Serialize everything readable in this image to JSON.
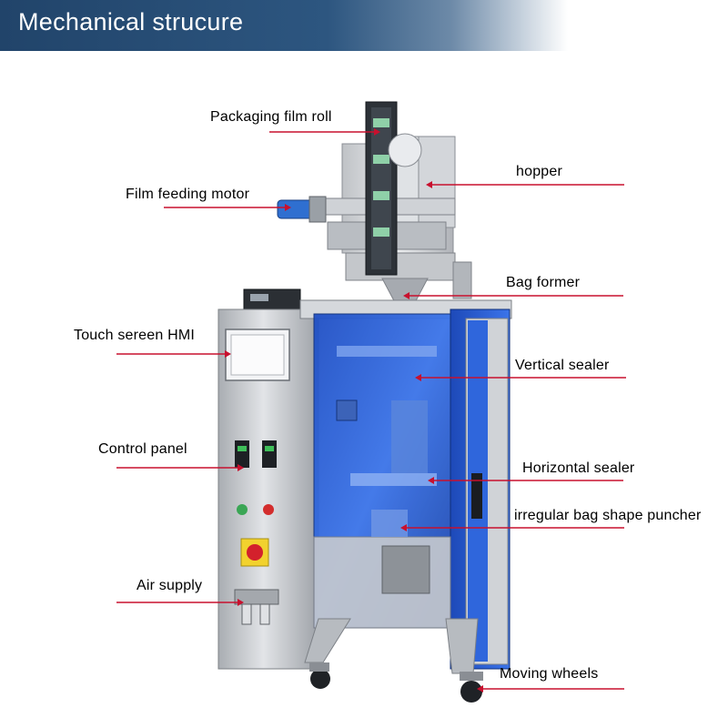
{
  "header": {
    "title": "Mechanical strucure"
  },
  "colors": {
    "header_blue": "#21446a",
    "leader_red": "#c8102e",
    "guard_blue": "#2a5fd6",
    "steel": "#c9ccd0"
  },
  "labels": {
    "film_roll": "Packaging film roll",
    "hopper": "hopper",
    "film_motor": "Film feeding motor",
    "bag_former": "Bag former",
    "touch_hmi": "Touch sereen HMI",
    "vertical_sealer": "Vertical sealer",
    "control_panel": "Control panel",
    "horizontal_sealer": "Horizontal sealer",
    "bag_puncher": "irregular bag shape puncher",
    "air_supply": "Air supply",
    "moving_wheels": "Moving wheels"
  }
}
